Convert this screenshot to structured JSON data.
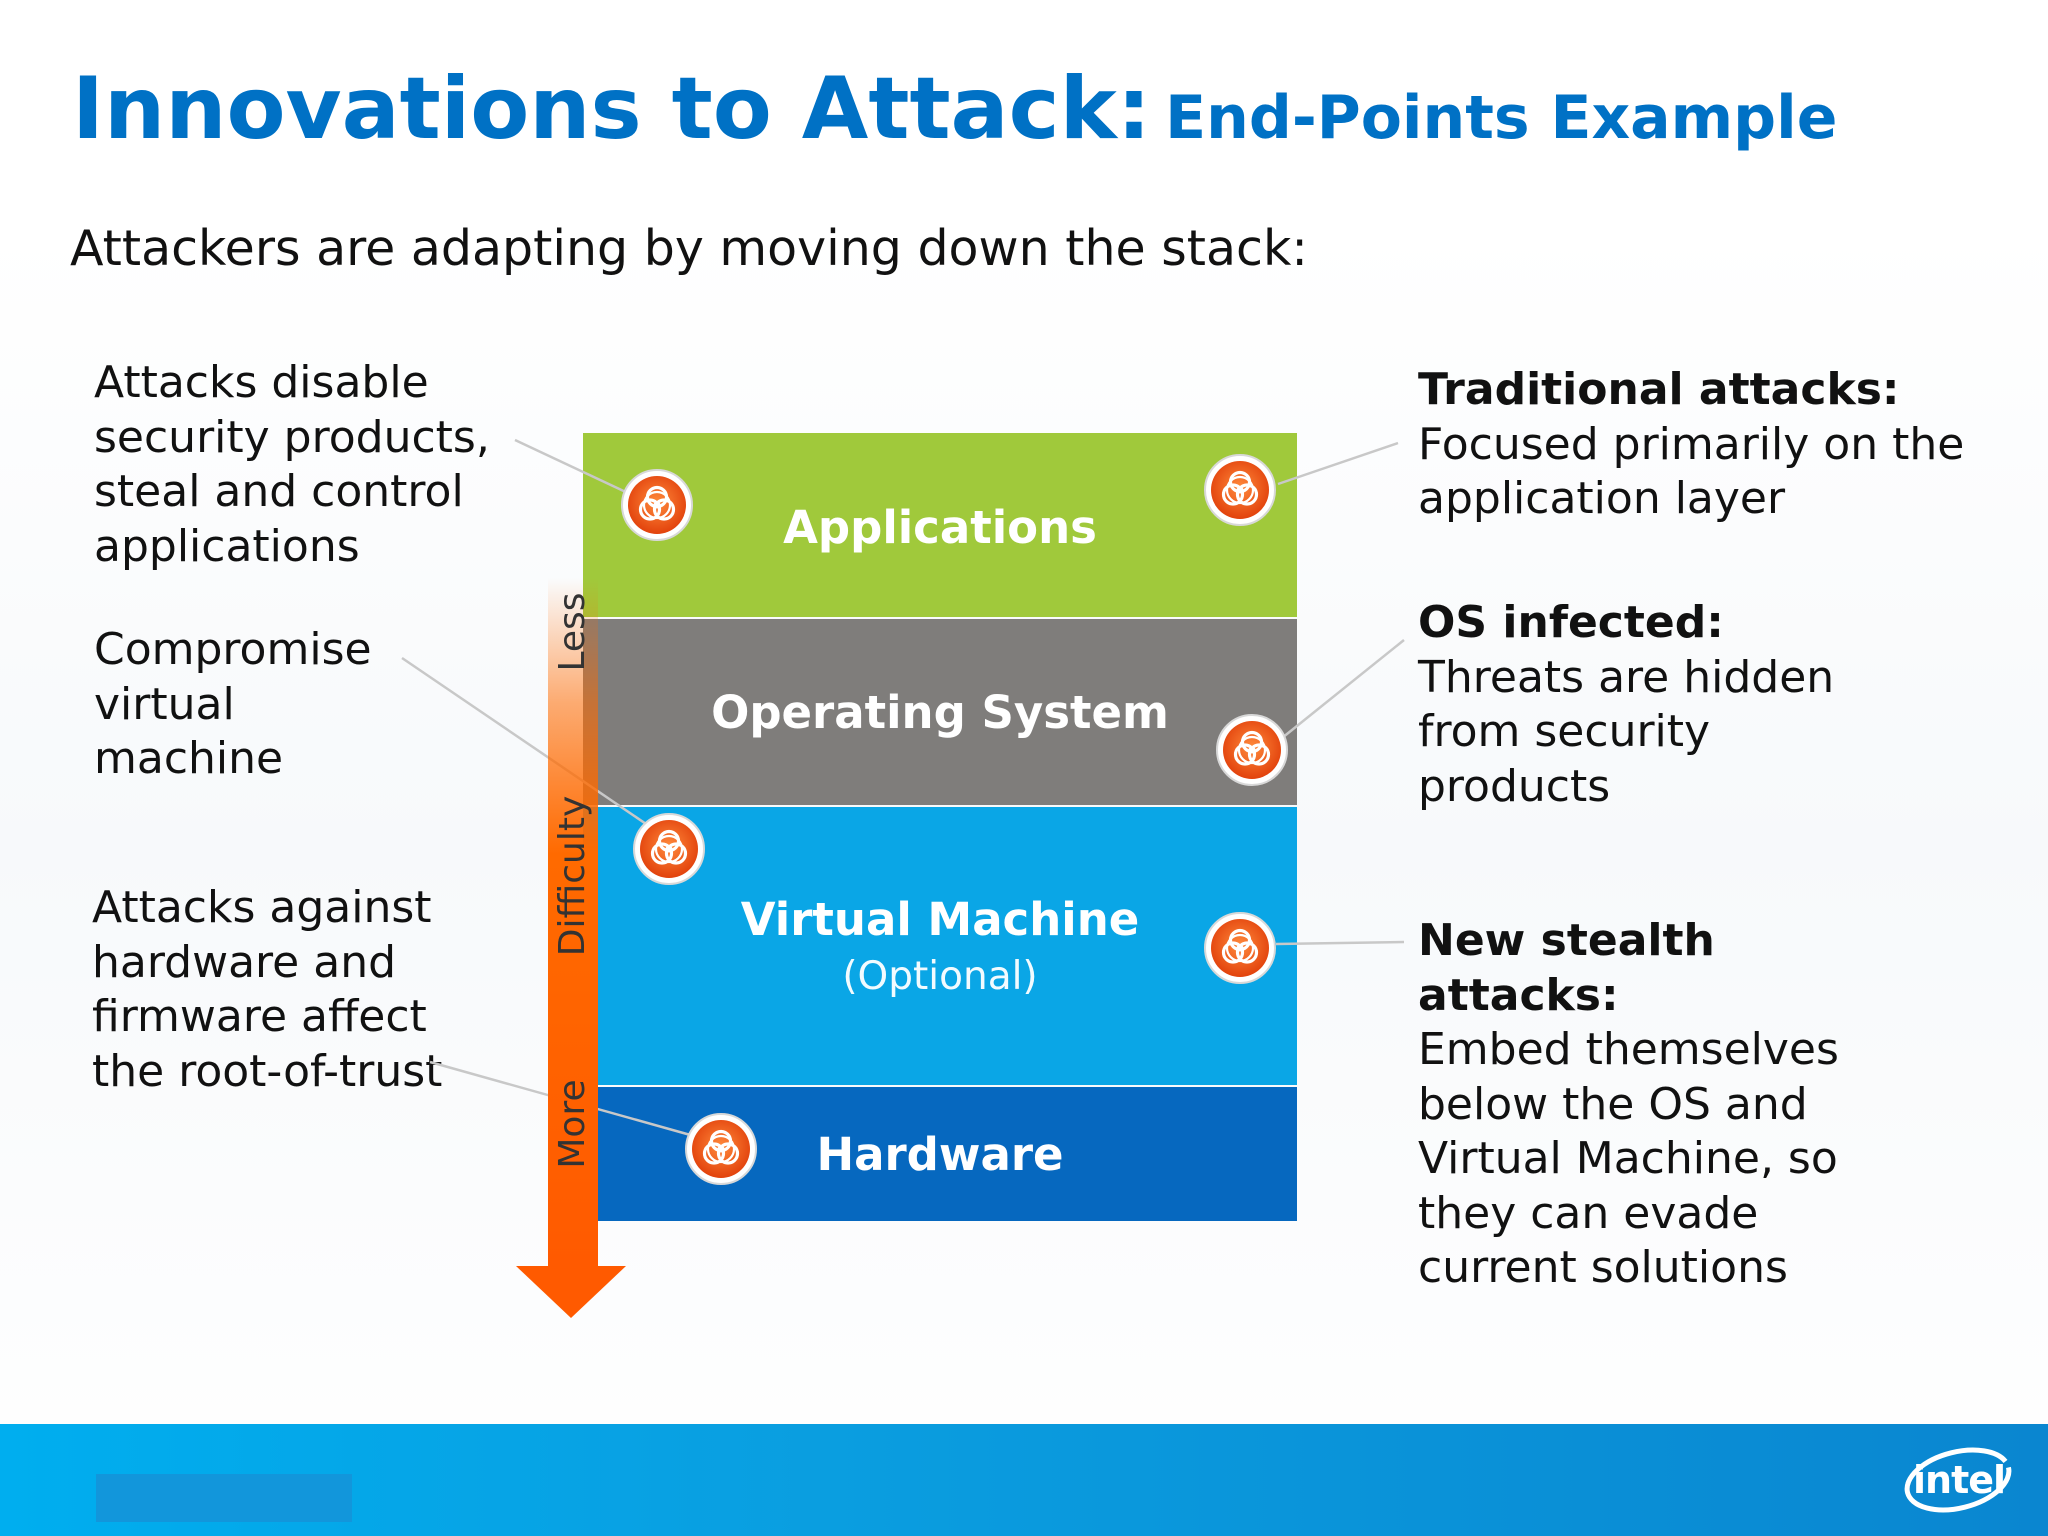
{
  "title": {
    "main": "Innovations to Attack:",
    "sub": "End-Points Example"
  },
  "subtitle": "Attackers are adapting by moving down the stack:",
  "left_notes": [
    "Attacks disable security products, steal and control applications",
    "Compromise virtual machine",
    "Attacks against hardware and firmware affect the root-of-trust"
  ],
  "right_notes": [
    {
      "heading": "Traditional attacks:",
      "body": "Focused primarily on the application layer"
    },
    {
      "heading": "OS infected:",
      "body": "Threats are hidden from security products"
    },
    {
      "heading": "New stealth attacks:",
      "body": "Embed themselves below the OS and Virtual Machine, so they can evade current solutions"
    }
  ],
  "layers": {
    "applications": "Applications",
    "operating_system": "Operating System",
    "virtual_machine": "Virtual Machine",
    "virtual_machine_note": "(Optional)",
    "hardware": "Hardware"
  },
  "difficulty_axis": {
    "low": "Less",
    "label": "Difficulty",
    "high": "More"
  },
  "logo": "intel",
  "colors": {
    "title_blue": "#0071c5",
    "applications": "#a0c93b",
    "operating_system": "#7f7d7b",
    "virtual_machine": "#0aa6e6",
    "hardware": "#0668bf",
    "arrow": "#ff6a00",
    "hazard": "#f05a1a"
  },
  "icons": [
    "biohazard-icon",
    "difficulty-arrow"
  ]
}
